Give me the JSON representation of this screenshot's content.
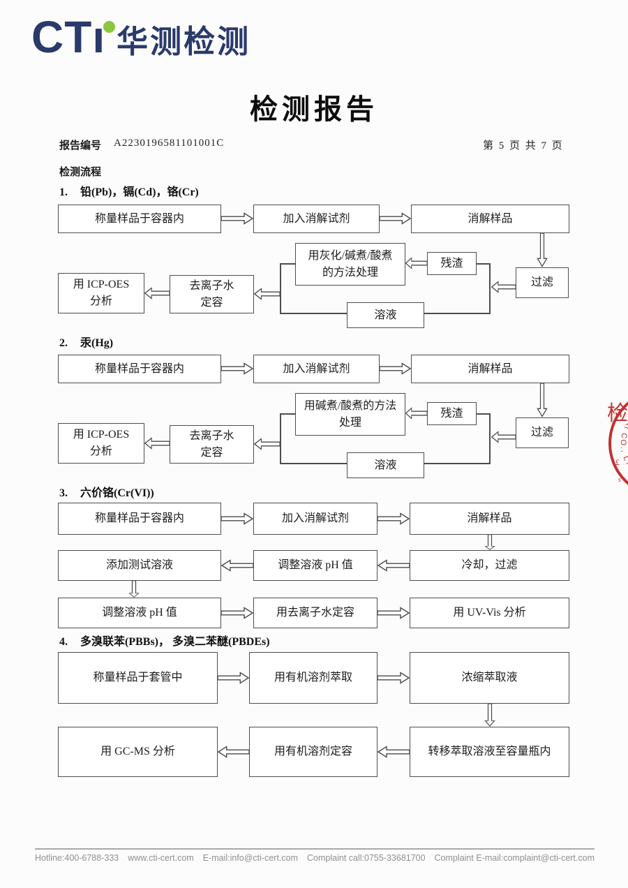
{
  "logo": {
    "wordmark": "CTı",
    "brand_cn": "华测检测",
    "navy": "#2a3a6b",
    "green": "#8cc63f"
  },
  "title": "检测报告",
  "meta": {
    "report_no_label": "报告编号",
    "report_no": "A2230196581101001C",
    "page_info": "第 5 页  共 7 页",
    "flow_title": "检测流程"
  },
  "flows": {
    "f1": {
      "num": "1.",
      "heading": "铅(Pb)，镉(Cd)，铬(Cr)",
      "weigh": "称量样品于容器内",
      "add_reagent": "加入消解试剂",
      "digest": "消解样品",
      "treat_l1": "用灰化/碱煮/酸煮",
      "treat_l2": "的方法处理",
      "residue": "残渣",
      "filter": "过滤",
      "solution": "溶液",
      "dilute_l1": "去离子水",
      "dilute_l2": "定容",
      "analyze_l1": "用 ICP-OES",
      "analyze_l2": "分析"
    },
    "f2": {
      "num": "2.",
      "heading": "汞(Hg)",
      "weigh": "称量样品于容器内",
      "add_reagent": "加入消解试剂",
      "digest": "消解样品",
      "treat_l1": "用碱煮/酸煮的方法",
      "treat_l2": "处理",
      "residue": "残渣",
      "filter": "过滤",
      "solution": "溶液",
      "dilute_l1": "去离子水",
      "dilute_l2": "定容",
      "analyze_l1": "用 ICP-OES",
      "analyze_l2": "分析"
    },
    "f3": {
      "num": "3.",
      "heading": "六价铬(Cr(VI))",
      "weigh": "称量样品于容器内",
      "add_reagent": "加入消解试剂",
      "digest": "消解样品",
      "add_test": "添加测试溶液",
      "adjust_ph": "调整溶液 pH 值",
      "cool_filter": "冷却，过滤",
      "adjust_ph2": "调整溶液 pH 值",
      "di_dilute": "用去离子水定容",
      "uv_analyze": "用 UV-Vis 分析"
    },
    "f4": {
      "num": "4.",
      "heading": "多溴联苯(PBBs)， 多溴二苯醚(PBDEs)",
      "weigh": "称量样品于套管中",
      "extract": "用有机溶剂萃取",
      "concentrate": "浓缩萃取液",
      "transfer": "转移萃取溶液至容量瓶内",
      "fix_volume": "用有机溶剂定容",
      "gcms": "用 GC-MS 分析"
    }
  },
  "seal": {
    "arc_text": "SHANGHAI CO., LTD",
    "glyph": "检",
    "color": "#c43131"
  },
  "footer": {
    "items": [
      "Hotline:400-6788-333",
      "www.cti-cert.com",
      "E-mail:info@cti-cert.com",
      "Complaint call:0755-33681700",
      "Complaint E-mail:complaint@cti-cert.com"
    ]
  }
}
